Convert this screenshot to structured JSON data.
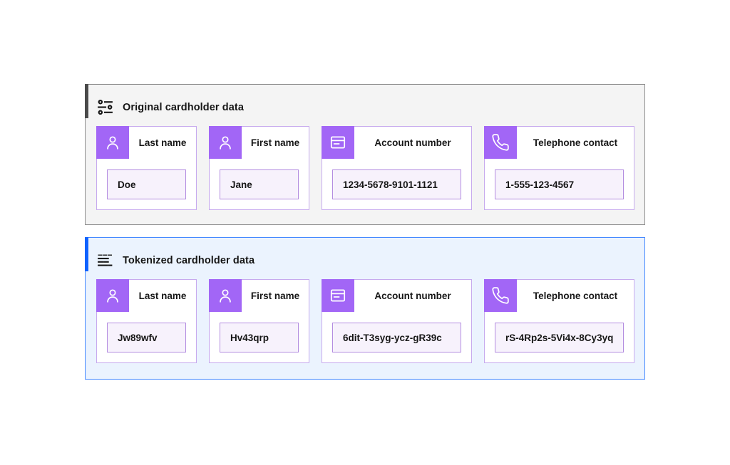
{
  "colors": {
    "text": "#161616",
    "tile": "#a266f6",
    "card_border": "#c7aaee",
    "value_bg": "#f7f2fc",
    "value_border": "#b38ce0",
    "panel1_bg": "#f4f4f4",
    "panel1_border": "#8f8f8f",
    "panel1_accent": "#4a4a4a",
    "panel2_bg": "#ebf3fe",
    "panel2_border": "#4589ff",
    "panel2_accent": "#0f62fe"
  },
  "panels": [
    {
      "title": "Original cardholder data",
      "icon": "data-attributes-icon",
      "cards": [
        {
          "icon": "user-icon",
          "label": "Last name",
          "value": "Doe"
        },
        {
          "icon": "user-icon",
          "label": "First name",
          "value": "Jane"
        },
        {
          "icon": "account-icon",
          "label": "Account number",
          "value": "1234-5678-9101-1121"
        },
        {
          "icon": "phone-icon",
          "label": "Telephone contact",
          "value": "1-555-123-4567"
        }
      ]
    },
    {
      "title": "Tokenized cardholder data",
      "icon": "tokenized-data-icon",
      "cards": [
        {
          "icon": "user-icon",
          "label": "Last name",
          "value": "Jw89wfv"
        },
        {
          "icon": "user-icon",
          "label": "First name",
          "value": "Hv43qrp"
        },
        {
          "icon": "account-icon",
          "label": "Account number",
          "value": "6dit-T3syg-ycz-gR39c"
        },
        {
          "icon": "phone-icon",
          "label": "Telephone contact",
          "value": "rS-4Rp2s-5Vi4x-8Cy3yq"
        }
      ]
    }
  ]
}
